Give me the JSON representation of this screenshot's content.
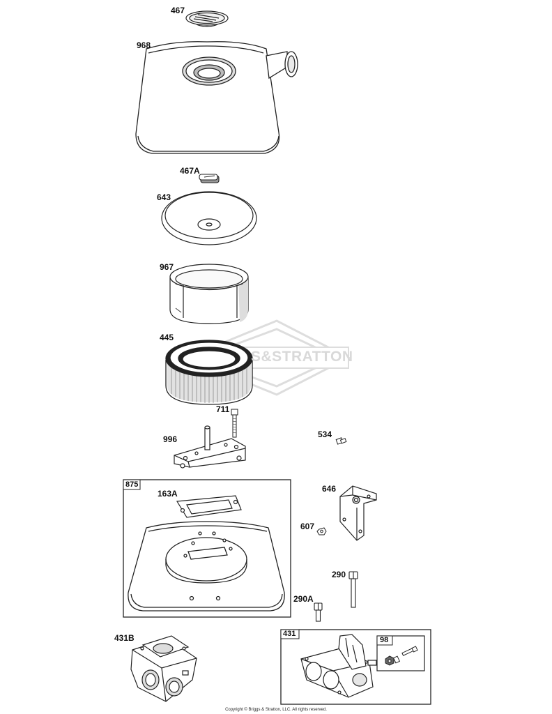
{
  "watermark": {
    "text": "S&STRATTON"
  },
  "copyright": "Copyright © Briggs & Stratton, LLC. All rights reserved.",
  "labels": {
    "p467": "467",
    "p968": "968",
    "p467a": "467A",
    "p643": "643",
    "p967": "967",
    "p445": "445",
    "p711": "711",
    "p996": "996",
    "p534": "534",
    "p875": "875",
    "p163a": "163A",
    "p646": "646",
    "p607": "607",
    "p290": "290",
    "p290a": "290A",
    "p431b": "431B",
    "p431": "431",
    "p98": "98"
  }
}
